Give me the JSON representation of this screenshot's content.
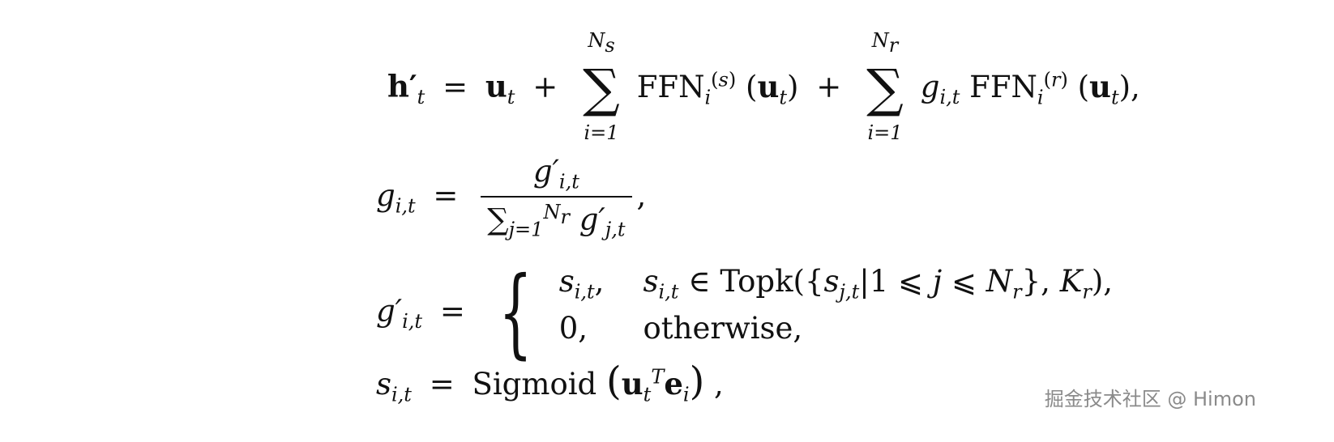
{
  "equations": [
    {
      "lhs": "h′",
      "lhs_sub": "t",
      "rhs_text": "= u_t + Σ_{i=1}^{N_s} FFN_i^{(s)} (u_t) + Σ_{i=1}^{N_r} g_{i,t} FFN_i^{(r)} (u_t),"
    },
    {
      "lhs": "g",
      "lhs_sub": "i,t",
      "rhs_text": "= g′_{i,t} / Σ_{j=1}^{N_r} g′_{j,t},"
    },
    {
      "lhs": "g′",
      "lhs_sub": "i,t",
      "case1_val": "s",
      "case1_sub": "i,t",
      "case1_cond": "s_{i,t} ∈ Topk({s_{j,t}|1 ⩽ j ⩽ N_r}, K_r),",
      "case2_val": "0,",
      "case2_cond": "otherwise,"
    },
    {
      "lhs": "s",
      "lhs_sub": "i,t",
      "rhs_text": "= Sigmoid (u_t^T e_i) ,"
    }
  ],
  "watermark": "掘金技术社区 @ Himon"
}
